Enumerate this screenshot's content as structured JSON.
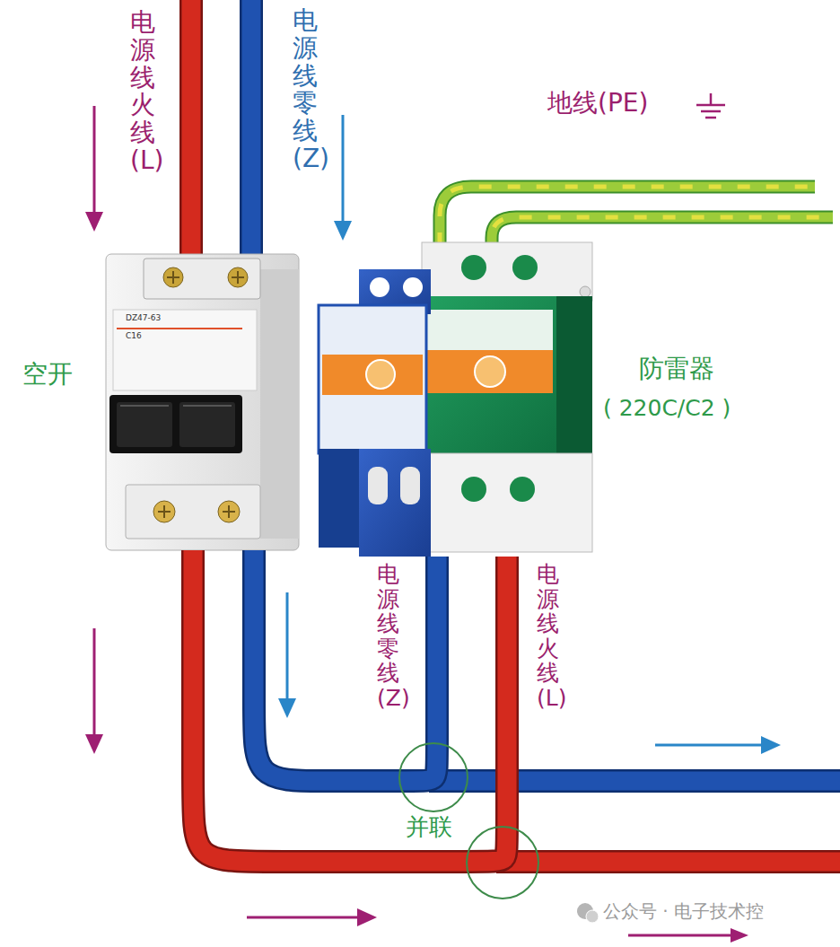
{
  "diagram": {
    "nodes": [
      {
        "text": [
          "空开",
          "DZ47-63",
          "C16"
        ]
      },
      {
        "text": [
          "防雷器",
          "( 220C/C2 )"
        ]
      }
    ],
    "edges": [
      {
        "from": 0,
        "to": 1,
        "arrow": "none"
      },
      {
        "from": 0,
        "to": 1,
        "arrow": "none"
      }
    ],
    "labels": [
      "电源线火线(L)",
      "电源线零线(Z)",
      "地线(PE)",
      "电源线零线(Z)",
      "电源线火线(L)",
      "并联",
      "公众号 · 电子技术控"
    ]
  }
}
